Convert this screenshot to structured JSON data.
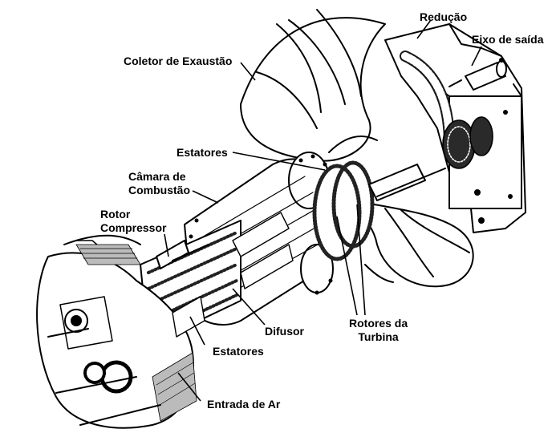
{
  "labels": {
    "reducao": "Redução",
    "eixo_saida": "Eixo de saída",
    "coletor": "Coletor de Exaustão",
    "estatores_top": "Estatores",
    "camara_1": "Câmara de",
    "camara_2": "Combustão",
    "rotor_1": "Rotor",
    "rotor_2": "Compressor",
    "difusor": "Difusor",
    "rotores_1": "Rotores da",
    "rotores_2": "Turbina",
    "estatores_bottom": "Estatores",
    "entrada_ar": "Entrada de Ar"
  },
  "colors": {
    "ink": "#000000",
    "paper": "#ffffff",
    "shade": "#3a3a3a"
  }
}
